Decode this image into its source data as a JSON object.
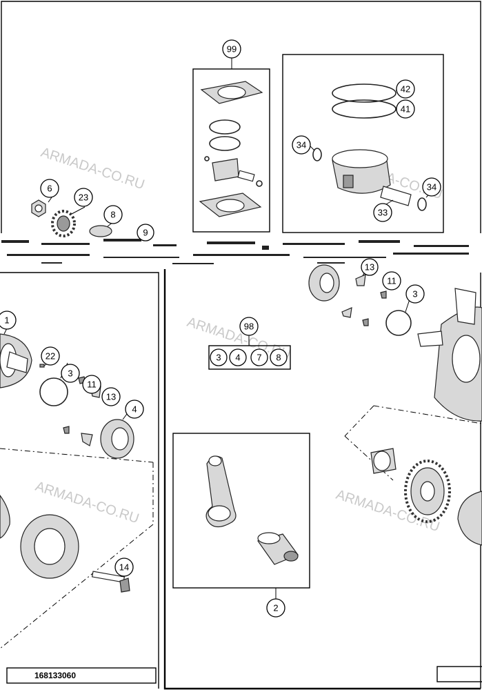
{
  "watermark": "ARMADA-CO.RU",
  "document_number": "168133060",
  "callouts": {
    "c99": "99",
    "c42": "42",
    "c41": "41",
    "c34a": "34",
    "c34b": "34",
    "c33": "33",
    "c6": "6",
    "c23": "23",
    "c8": "8",
    "c9": "9",
    "c1": "1",
    "c22": "22",
    "c3a": "3",
    "c11a": "11",
    "c13a": "13",
    "c4a": "4",
    "c14": "14",
    "c13b": "13",
    "c11b": "11",
    "c3b": "3",
    "c98": "98",
    "c98_3": "3",
    "c98_4": "4",
    "c98_7": "7",
    "c98_8": "8",
    "c2": "2"
  }
}
